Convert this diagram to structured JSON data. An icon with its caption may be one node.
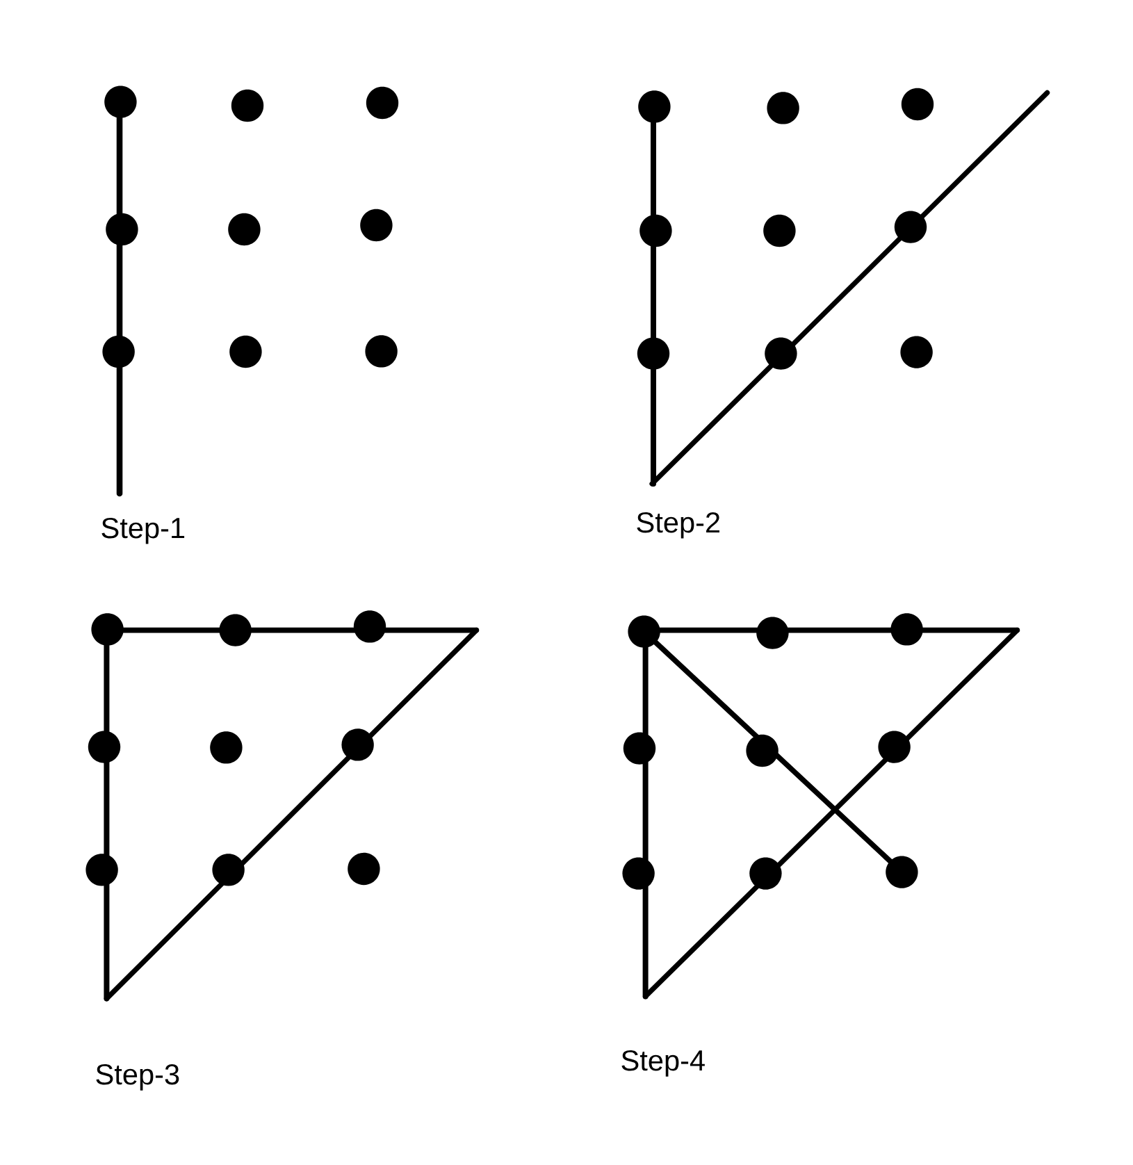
{
  "diagram": {
    "labels": [
      "Step-1",
      "Step-2",
      "Step-3",
      "Step-4"
    ]
  }
}
